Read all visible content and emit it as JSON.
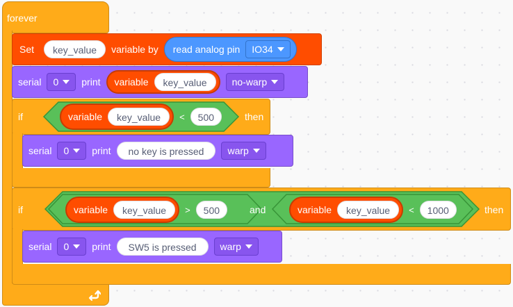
{
  "forever": {
    "label": "forever",
    "loop_icon": "loop-arrow-icon"
  },
  "set_block": {
    "set_label": "Set",
    "var_name": "key_value",
    "mid_label": "variable by",
    "reporter_label": "read analog pin",
    "pin": "IO34"
  },
  "serial1": {
    "label": "serial",
    "port": "0",
    "print_label": "print",
    "var_label": "variable",
    "var_name": "key_value",
    "mode": "no-warp"
  },
  "if1": {
    "if_label": "if",
    "then_label": "then",
    "var_label": "variable",
    "var_name": "key_value",
    "op": "<",
    "value": "500"
  },
  "serial2": {
    "label": "serial",
    "port": "0",
    "print_label": "print",
    "text": "no key  is pressed",
    "mode": "warp"
  },
  "if2": {
    "if_label": "if",
    "then_label": "then",
    "and_label": "and",
    "left": {
      "var_label": "variable",
      "var_name": "key_value",
      "op": ">",
      "value": "500"
    },
    "right": {
      "var_label": "variable",
      "var_name": "key_value",
      "op": "<",
      "value": "1000"
    }
  },
  "serial3": {
    "label": "serial",
    "port": "0",
    "print_label": "print",
    "text": "SW5 is pressed",
    "mode": "warp"
  },
  "colors": {
    "control": "#ffab19",
    "variables": "#ff4d00",
    "serial": "#9966ff",
    "operators": "#59c059",
    "sensing": "#4c97ff",
    "canvas": "#f9f9f9"
  }
}
